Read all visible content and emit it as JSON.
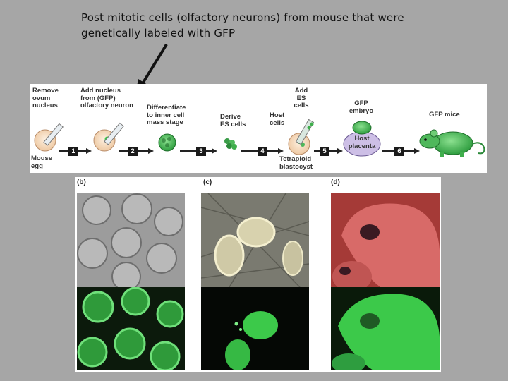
{
  "caption": {
    "line1": "Post mitotic cells (olfactory neurons) from mouse that were",
    "line2": "genetically labeled with GFP"
  },
  "diagram": {
    "labels": {
      "remove_nucleus": [
        "Remove",
        "ovum",
        "nucleus"
      ],
      "mouse_egg": [
        "Mouse",
        "egg"
      ],
      "add_nucleus": [
        "Add nucleus",
        "from (GFP)",
        "olfactory neuron"
      ],
      "differentiate": [
        "Differentiate",
        "to inner cell",
        "mass stage"
      ],
      "derive_es": [
        "Derive",
        "ES cells"
      ],
      "host_cells": [
        "Host",
        "cells"
      ],
      "add_es": [
        "Add",
        "ES",
        "cells"
      ],
      "tetraploid": [
        "Tetraploid",
        "blastocyst"
      ],
      "gfp_embryo": [
        "GFP",
        "embryo"
      ],
      "host_placenta": [
        "Host",
        "placenta"
      ],
      "gfp_mice": "GFP mice"
    },
    "steps": [
      "1",
      "2",
      "3",
      "4",
      "5",
      "6"
    ]
  },
  "panels": {
    "b": "(b)",
    "c": "(c)",
    "d": "(d)"
  },
  "colors": {
    "background": "#a6a6a6",
    "gfp_green": "#3cc94a",
    "egg_fill": "#f6dcc0"
  }
}
